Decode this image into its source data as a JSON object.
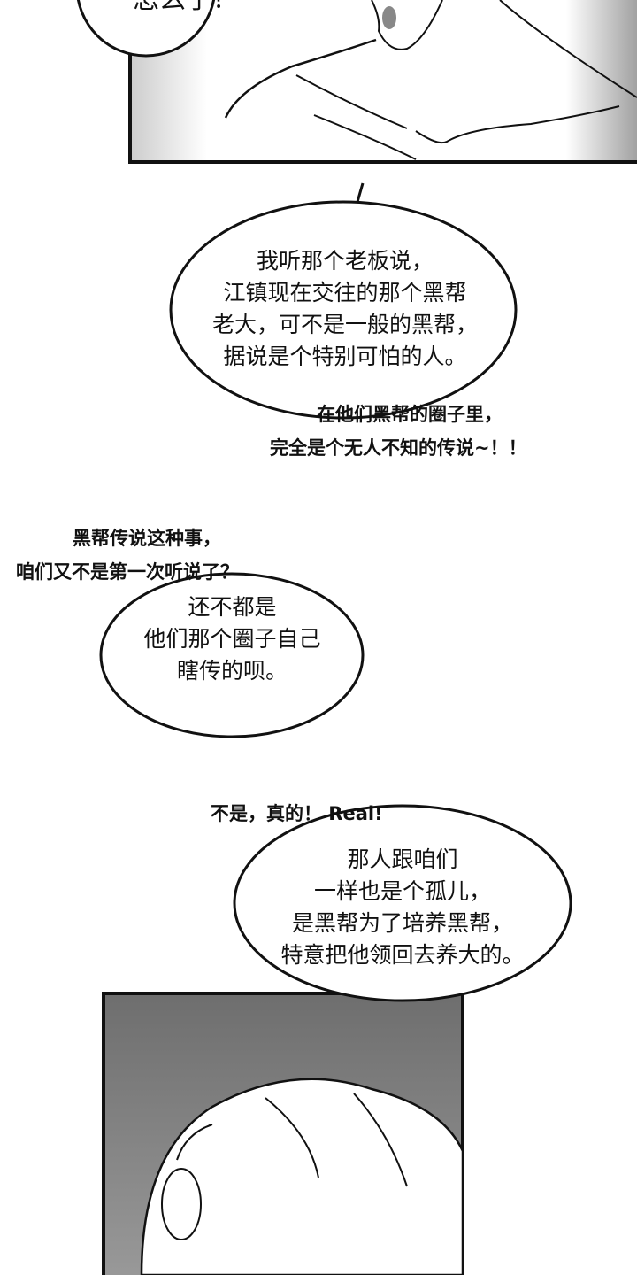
{
  "panel1": {
    "bubble_text": "怎么了？"
  },
  "bubble2": {
    "lines": [
      "我听那个老板说，",
      "江镇现在交往的那个黑帮",
      "老大，可不是一般的黑帮，",
      "据说是个特别可怕的人。"
    ],
    "aside": [
      "在他们黑帮的圈子里，",
      "完全是个无人不知的传说~！！"
    ]
  },
  "bubble3": {
    "aside": [
      "黑帮传说这种事，",
      "咱们又不是第一次听说了？"
    ],
    "lines": [
      "还不都是",
      "他们那个圈子自己",
      "瞎传的呗。"
    ]
  },
  "bubble4": {
    "aside": "不是，真的！ Real!",
    "lines": [
      "那人跟咱们",
      "一样也是个孤儿，",
      "是黑帮为了培养黑帮，",
      "特意把他领回去养大的。"
    ]
  }
}
